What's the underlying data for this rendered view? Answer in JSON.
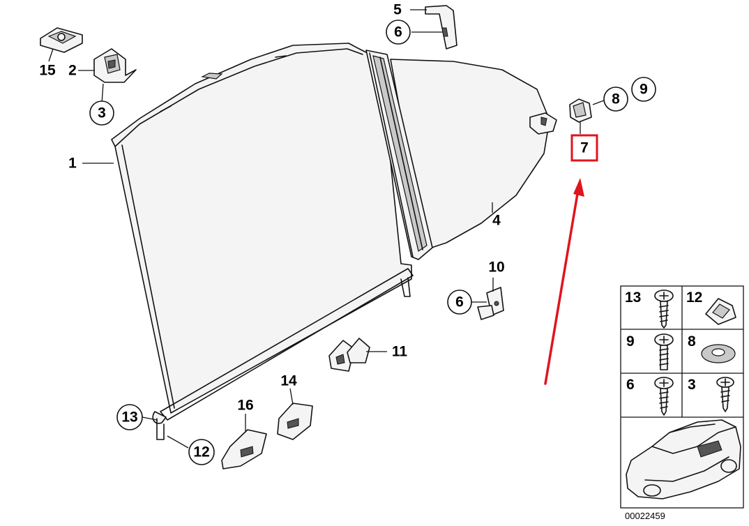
{
  "diagram": {
    "callouts": {
      "p1": "1",
      "p2": "2",
      "p3": "3",
      "p4": "4",
      "p5": "5",
      "p6a": "6",
      "p6b": "6",
      "p7": "7",
      "p8": "8",
      "p9": "9",
      "p10": "10",
      "p11": "11",
      "p12": "12",
      "p13": "13",
      "p14": "14",
      "p15": "15",
      "p16": "16"
    },
    "legend": {
      "c13": "13",
      "c12": "12",
      "c9": "9",
      "c8": "8",
      "c6": "6",
      "c3": "3"
    },
    "code": "00022459",
    "highlight_color": "#e0141e",
    "arrow_color": "#e0141e"
  }
}
